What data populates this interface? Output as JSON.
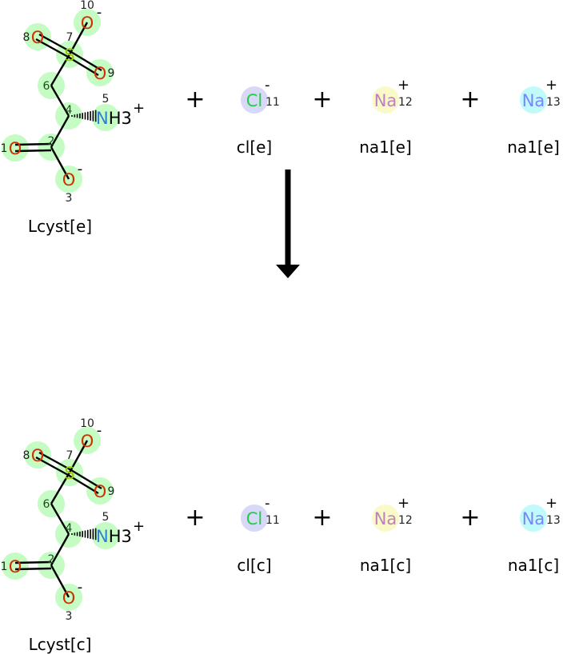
{
  "colors": {
    "highlight": "#c4fcc4",
    "oxygen": "#cc3300",
    "sulfur": "#99cc00",
    "nitrogen": "#2d7fd0",
    "bond": "#0a3d0a",
    "cl_circle": "#d8d8f8",
    "cl_text": "#22cc44",
    "na12_circle": "#fafac8",
    "na12_text": "#c080c0",
    "na13_circle": "#c0fafa",
    "na13_text": "#7a86ff"
  },
  "molecule": {
    "atoms": [
      {
        "id": "10",
        "symbol": "O",
        "charge": "-",
        "num": "10"
      },
      {
        "id": "8",
        "symbol": "O",
        "charge": "",
        "num": "8"
      },
      {
        "id": "7",
        "symbol": "S",
        "charge": "",
        "num": "7"
      },
      {
        "id": "9",
        "symbol": "O",
        "charge": "",
        "num": "9"
      },
      {
        "id": "6",
        "symbol": "",
        "charge": "",
        "num": "6"
      },
      {
        "id": "4",
        "symbol": "",
        "charge": "",
        "num": "4"
      },
      {
        "id": "5",
        "symbol": "NH3",
        "charge": "+",
        "num": "5"
      },
      {
        "id": "1",
        "symbol": "O",
        "charge": "",
        "num": "1"
      },
      {
        "id": "2",
        "symbol": "",
        "charge": "",
        "num": "2"
      },
      {
        "id": "3",
        "symbol": "O",
        "charge": "-",
        "num": "3"
      }
    ]
  },
  "reactants": {
    "molecule_label": "Lcyst[e]",
    "cl_label": "cl[e]",
    "na12_label": "na1[e]",
    "na13_label": "na1[e]"
  },
  "products": {
    "molecule_label": "Lcyst[c]",
    "cl_label": "cl[c]",
    "na12_label": "na1[c]",
    "na13_label": "na1[c]"
  },
  "ions": {
    "cl": {
      "symbol": "Cl",
      "charge": "-",
      "num": "11"
    },
    "na12": {
      "symbol": "Na",
      "charge": "+",
      "num": "12"
    },
    "na13": {
      "symbol": "Na",
      "charge": "+",
      "num": "13"
    }
  },
  "plus_sign": "+"
}
